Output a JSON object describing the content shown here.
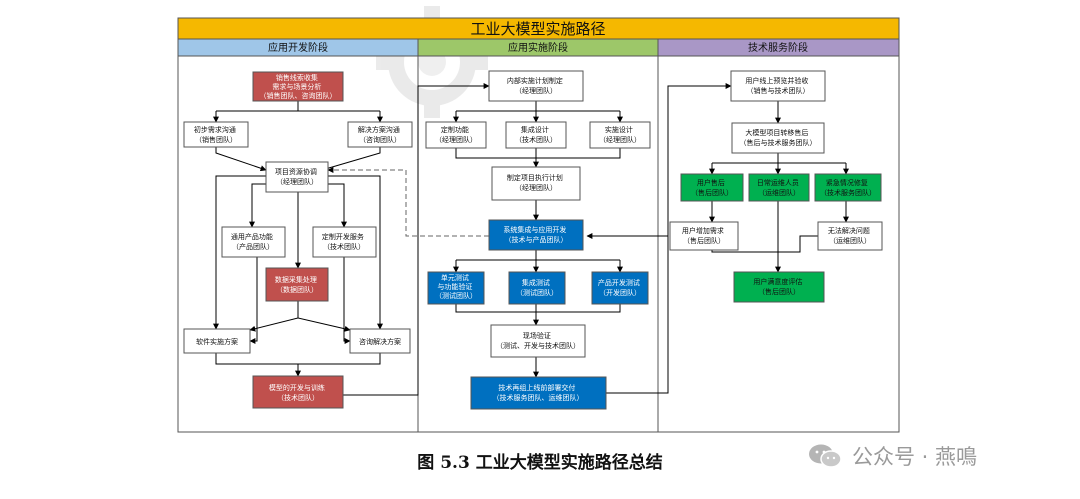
{
  "title": "工业大模型实施路径",
  "phases": [
    "应用开发阶段",
    "应用实施阶段",
    "技术服务阶段"
  ],
  "boxes": {
    "sales_lead": [
      "销售线索收集",
      "需求与场景分析",
      "（销售团队、咨询团队）"
    ],
    "initial_comm": [
      "初步需求沟通",
      "（销售团队）"
    ],
    "solution_comm": [
      "解决方案沟通",
      "（咨询团队）"
    ],
    "project_coord": [
      "项目资源协调",
      "（经理团队）"
    ],
    "general_feature": [
      "通用产品功能",
      "（产品团队）"
    ],
    "custom_dev": [
      "定制开发服务",
      "（技术团队）"
    ],
    "data_collect": [
      "数据采集处理",
      "（数据团队）"
    ],
    "software_plan": [
      "软件实施方案"
    ],
    "consult_plan": [
      "咨询解决方案"
    ],
    "model_dev": [
      "模型的开发与训练",
      "（技术团队）"
    ],
    "internal_plan": [
      "内部实施计划制定",
      "（经理团队）"
    ],
    "custom_func": [
      "定制功能",
      "（经理团队）"
    ],
    "integration_design": [
      "集成设计",
      "（技术团队）"
    ],
    "impl_design": [
      "实施设计",
      "（经理团队）"
    ],
    "exec_plan": [
      "制定项目执行计划",
      "（经理团队）"
    ],
    "sys_integration": [
      "系统集成与应用开发",
      "（技术与产品团队）"
    ],
    "unit_test": [
      "单元测试",
      "与功能验证",
      "（测试团队）"
    ],
    "integ_test": [
      "集成测试",
      "（测试团队）"
    ],
    "product_test": [
      "产品开发测试",
      "（开发团队）"
    ],
    "site_verify": [
      "现场验证",
      "（测试、开发与技术团队）"
    ],
    "deploy": [
      "技术再组上线前部署交付",
      "（技术服务团队、运维团队）"
    ],
    "user_accept": [
      "用户线上预览并验收",
      "（销售与技术团队）"
    ],
    "transfer": [
      "大模型项目转移售后",
      "（售后与技术服务团队）"
    ],
    "user_aftersale": [
      "用户售后",
      "（售后团队）"
    ],
    "daily_ops": [
      "日常运维人员",
      "（运维团队）"
    ],
    "emergency": [
      "紧急情况修复",
      "（技术服务团队）"
    ],
    "add_req": [
      "用户增加需求",
      "（售后团队）"
    ],
    "unsolved": [
      "无法解决问题",
      "（运维团队）"
    ],
    "satisfaction": [
      "用户满意度评估",
      "（售后团队）"
    ]
  },
  "caption": "图 5.3  工业大模型实施路径总结",
  "watermark": "公众号 · 燕鳴",
  "colors": {
    "title_bar": "#f5b800",
    "phase_dev": "#9fc6e8",
    "phase_impl": "#9dc769",
    "phase_service": "#a997c6",
    "box_red": "#c0504d",
    "box_blue": "#0070c0",
    "box_green": "#00b050"
  }
}
